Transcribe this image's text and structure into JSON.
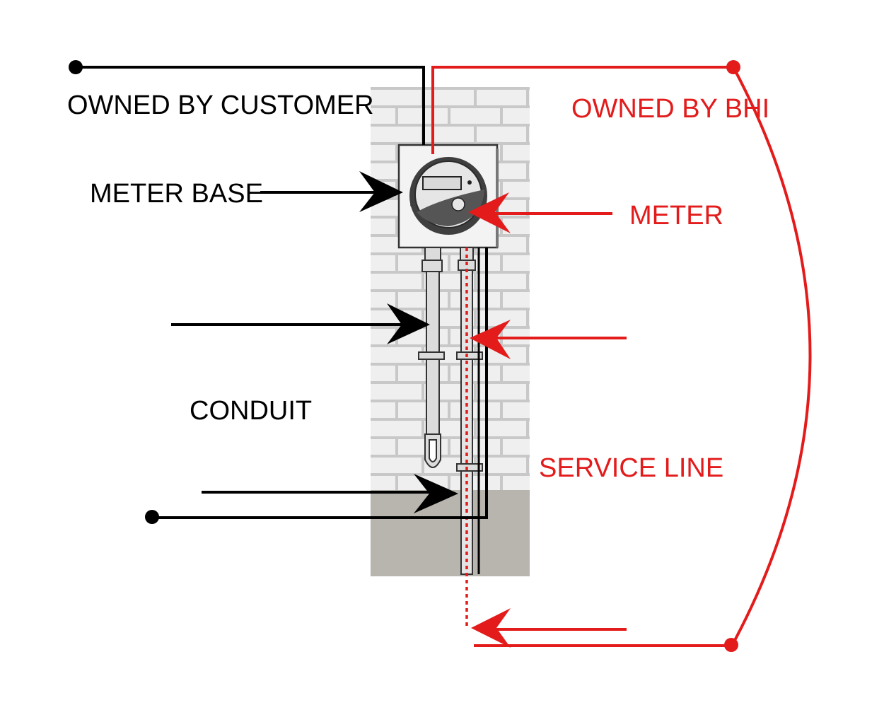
{
  "labels": {
    "owned_by_customer": "OWNED BY CUSTOMER",
    "owned_by_bhi": "OWNED BY BHI",
    "meter_base": "METER BASE",
    "meter": "METER",
    "conduit": "CONDUIT",
    "service_line": "SERVICE LINE"
  },
  "colors": {
    "customer": "#000000",
    "bhi": "#e31b1b",
    "wall": "#efefef",
    "mortar": "#c8c8c8",
    "ground": "#b8b4ae",
    "meter_body": "#3f3f3f"
  }
}
